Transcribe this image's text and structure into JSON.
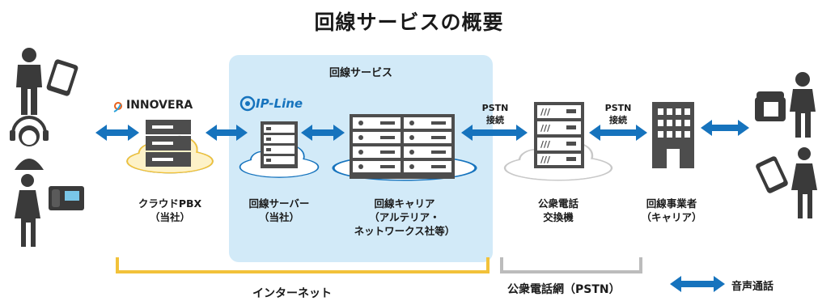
{
  "title": "回線サービスの概要",
  "panel_title": "回線サービス",
  "brands": {
    "innovera": "INNOVERA",
    "ipline": "IP-Line"
  },
  "pstn_label_1": [
    "PSTN",
    "接続"
  ],
  "pstn_label_2": [
    "PSTN",
    "接続"
  ],
  "nodes": {
    "cloud_pbx": [
      "クラウドPBX",
      "（当社）"
    ],
    "line_server": [
      "回線サーバー",
      "（当社）"
    ],
    "line_carrier": [
      "回線キャリア",
      "（アルテリア・",
      "ネットワークス社等）"
    ],
    "exchange": [
      "公衆電話",
      "交換機"
    ],
    "operator": [
      "回線事業者",
      "（キャリア）"
    ]
  },
  "brackets": {
    "internet": "インターネット",
    "pstn": "公衆電話網（PSTN）"
  },
  "legend": {
    "voice_call": "音声通話"
  },
  "colors": {
    "arrow": "#1673bd",
    "panel": "#d2eaf8",
    "bracket_internet": "#f2c23a",
    "bracket_pstn": "#bcbcbc",
    "server": "#4d4d4d",
    "person": "#3a3a3a",
    "innovera_accent": "#e8611a"
  }
}
